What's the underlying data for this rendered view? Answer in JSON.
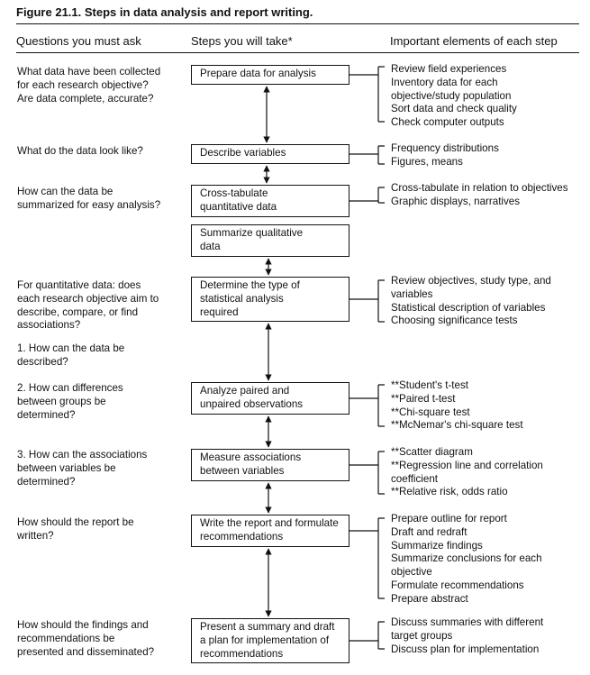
{
  "title": "Figure 21.1. Steps in data analysis and report writing.",
  "headers": {
    "questions": "Questions you must ask",
    "steps": "Steps you will take*",
    "elements": "Important elements of each step"
  },
  "questions": [
    "What data have been collected\nfor each research objective?\nAre data complete, accurate?",
    "What do the data look like?",
    "How can the data be\nsummarized for easy analysis?",
    "For quantitative data: does\neach research objective aim to\ndescribe, compare, or find\nassociations?",
    "1. How can the data be\ndescribed?",
    "2. How can differences\nbetween groups be\ndetermined?",
    "3. How can the associations\nbetween variables be\ndetermined?",
    "How should the report be\nwritten?",
    "How should the findings and\nrecommendations be\npresented and disseminated?"
  ],
  "steps": [
    "Prepare data for analysis",
    "Describe variables",
    "Cross-tabulate\nquantitative data",
    "Summarize qualitative\ndata",
    "Determine the type of\nstatistical analysis\nrequired",
    "Analyze paired and\nunpaired observations",
    "Measure associations\nbetween variables",
    "Write the report and formulate\nrecommendations",
    "Present a summary and draft\na plan for implementation of\nrecommendations"
  ],
  "elements": [
    "Review field experiences\nInventory data for each\nobjective/study population\nSort data and check quality\nCheck computer outputs",
    "Frequency distributions\nFigures, means",
    "Cross-tabulate in relation to objectives\nGraphic displays, narratives",
    "Review objectives, study type, and\nvariables\nStatistical description of variables\nChoosing significance tests",
    "**Student's t-test\n**Paired t-test\n**Chi-square test\n**McNemar's chi-square test",
    "**Scatter diagram\n**Regression line and correlation\n   coefficient\n**Relative risk, odds ratio",
    "Prepare outline for report\nDraft and redraft\nSummarize findings\nSummarize conclusions for each\nobjective\nFormulate recommendations\nPrepare abstract",
    "Discuss summaries with different\ntarget groups\nDiscuss plan for implementation"
  ]
}
